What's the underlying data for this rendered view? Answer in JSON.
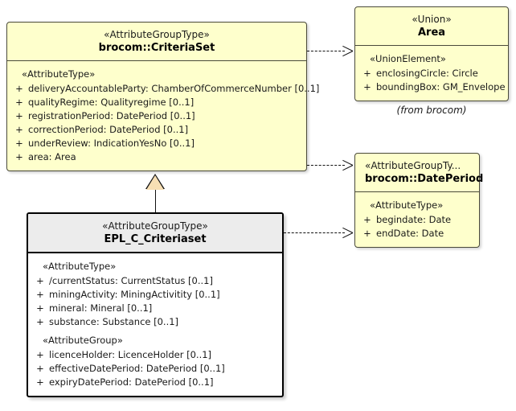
{
  "diagram": {
    "type": "uml-class-diagram",
    "colors": {
      "class_fill": "#feffcc",
      "class_border": "#4a4a3a",
      "selected_header_fill": "#ececec",
      "selected_border": "#000000",
      "generalization_fill": "#f7dfb4",
      "connector": "#111111",
      "canvas": "#ffffff"
    }
  },
  "classes": {
    "criteriaset": {
      "stereotype": "«AttributeGroupType»",
      "name": "brocom::CriteriaSet",
      "groups": [
        {
          "label": "«AttributeType»",
          "attributes": [
            {
              "visibility": "+",
              "text": "deliveryAccountableParty: ChamberOfCommerceNumber [0..1]"
            },
            {
              "visibility": "+",
              "text": "qualityRegime: Qualityregime [0..1]"
            },
            {
              "visibility": "+",
              "text": "registrationPeriod: DatePeriod [0..1]"
            },
            {
              "visibility": "+",
              "text": "correctionPeriod: DatePeriod [0..1]"
            },
            {
              "visibility": "+",
              "text": "underReview: IndicationYesNo [0..1]"
            },
            {
              "visibility": "+",
              "text": "area: Area"
            }
          ]
        }
      ]
    },
    "area": {
      "stereotype": "«Union»",
      "name": "Area",
      "note": "(from brocom)",
      "groups": [
        {
          "label": "«UnionElement»",
          "attributes": [
            {
              "visibility": "+",
              "text": "enclosingCircle: Circle"
            },
            {
              "visibility": "+",
              "text": "boundingBox: GM_Envelope"
            }
          ]
        }
      ]
    },
    "dateperiod": {
      "stereotype": "«AttributeGroupTy...",
      "name": "brocom::DatePeriod",
      "groups": [
        {
          "label": "«AttributeType»",
          "attributes": [
            {
              "visibility": "+",
              "text": "begindate: Date"
            },
            {
              "visibility": "+",
              "text": "endDate: Date"
            }
          ]
        }
      ]
    },
    "epl_criteriaset": {
      "stereotype": "«AttributeGroupType»",
      "name": "EPL_C_Criteriaset",
      "groups": [
        {
          "label": "«AttributeType»",
          "attributes": [
            {
              "visibility": "+",
              "text": "/currentStatus: CurrentStatus [0..1]"
            },
            {
              "visibility": "+",
              "text": "miningActivity: MiningActivitity [0..1]"
            },
            {
              "visibility": "+",
              "text": "mineral: Mineral [0..1]"
            },
            {
              "visibility": "+",
              "text": "substance: Substance [0..1]"
            }
          ]
        },
        {
          "label": "«AttributeGroup»",
          "attributes": [
            {
              "visibility": "+",
              "text": "licenceHolder: LicenceHolder [0..1]"
            },
            {
              "visibility": "+",
              "text": "effectiveDatePeriod: DatePeriod [0..1]"
            },
            {
              "visibility": "+",
              "text": "expiryDatePeriod: DatePeriod [0..1]"
            }
          ]
        }
      ]
    }
  },
  "connectors": [
    {
      "kind": "dependency",
      "from": "brocom::CriteriaSet",
      "to": "Area"
    },
    {
      "kind": "dependency",
      "from": "brocom::CriteriaSet",
      "to": "brocom::DatePeriod"
    },
    {
      "kind": "dependency",
      "from": "EPL_C_Criteriaset",
      "to": "brocom::DatePeriod"
    },
    {
      "kind": "generalization",
      "from": "EPL_C_Criteriaset",
      "to": "brocom::CriteriaSet"
    }
  ]
}
